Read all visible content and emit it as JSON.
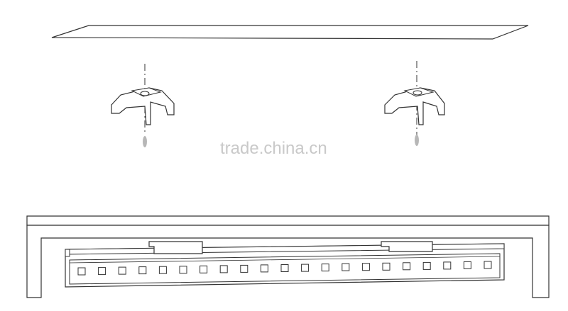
{
  "watermark": {
    "text": "trade.china.cn"
  },
  "diagram": {
    "parts": [
      "ceiling-panel",
      "mounting-clip",
      "mounting-clip",
      "screw",
      "screw",
      "ceiling-base",
      "linear-light-fixture",
      "led-array"
    ],
    "led_count": 21,
    "clip_count": 2,
    "line_color": "#333333",
    "background_color": "#ffffff"
  }
}
